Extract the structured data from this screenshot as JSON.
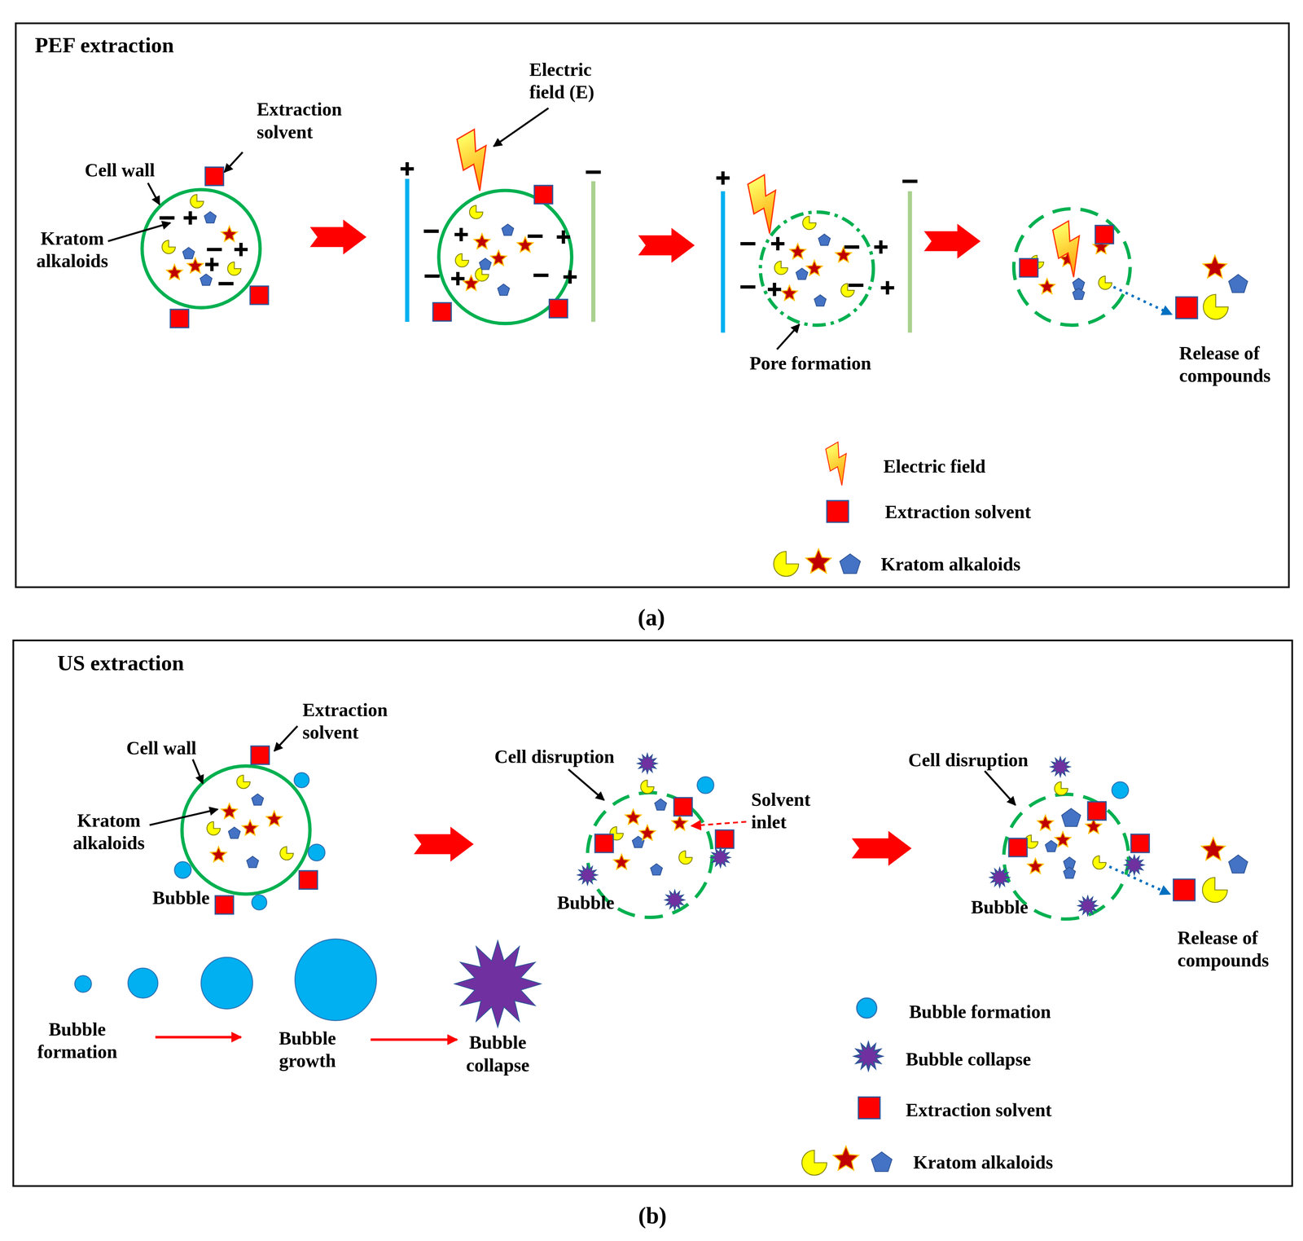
{
  "diagram": {
    "nodes": [
      {
        "text": [
          "PEF extraction"
        ]
      },
      {
        "text": [
          "US extraction"
        ]
      }
    ],
    "labels": [
      "Extraction solvent",
      "Cell wall",
      "Kratom alkaloids",
      "Electric field (E)",
      "Pore formation",
      "Release of compounds",
      "(a)",
      "Extraction solvent",
      "Cell wall",
      "Kratom alkaloids",
      "Bubble",
      "Cell disruption",
      "Solvent inlet",
      "Bubble",
      "Cell disruption",
      "Bubble",
      "Release of compounds",
      "Bubble formation",
      "Bubble growth",
      "Bubble collapse",
      "(b)"
    ],
    "legend": [
      {
        "text": "Electric field"
      },
      {
        "text": "Extraction solvent",
        "color": "#ff0000"
      },
      {
        "text": "Kratom alkaloids"
      },
      {
        "text": "Bubble formation",
        "color": "#00b0f0"
      },
      {
        "text": "Bubble collapse",
        "color": "#7030a0"
      },
      {
        "text": "Extraction solvent",
        "color": "#ff0000"
      },
      {
        "text": "Kratom alkaloids"
      }
    ]
  }
}
